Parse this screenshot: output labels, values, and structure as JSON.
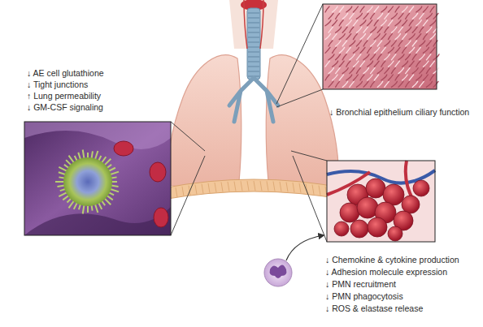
{
  "diagram": {
    "labels": [
      "↓ AE cell glutathione",
      "↓ Tight junctions",
      "↑ Lung permeability",
      "↓ GM-CSF signaling",
      "↓ Bronchial epithelium ciliary function",
      "↓ Chemokine & cytokine production",
      "↓ Adhesion molecule expression",
      "↓ PMN recruitment",
      "↓ PMN phagocytosis",
      "↓ ROS & elastase release"
    ]
  }
}
